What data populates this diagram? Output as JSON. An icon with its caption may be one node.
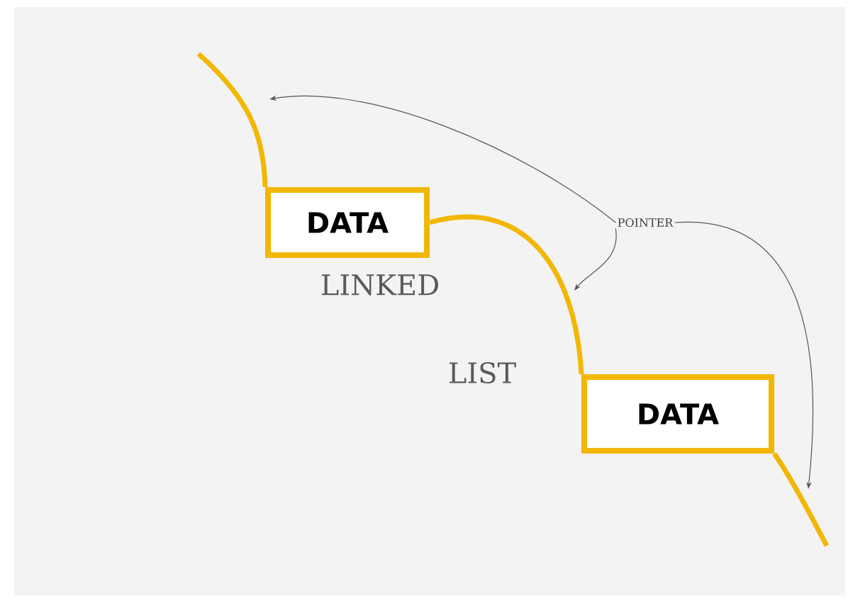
{
  "diagram": {
    "nodes": [
      {
        "text": [
          "DATA"
        ]
      },
      {
        "text": [
          "DATA"
        ]
      },
      {
        "text": [
          "POINTER"
        ]
      }
    ],
    "edges": [
      {
        "from": null,
        "to": 0,
        "arrow": "none",
        "style": "thick",
        "color": "#f2b705"
      },
      {
        "from": 0,
        "to": 1,
        "arrow": "none",
        "style": "thick",
        "color": "#f2b705"
      },
      {
        "from": 1,
        "to": null,
        "arrow": "none",
        "style": "thick",
        "color": "#f2b705"
      },
      {
        "from": 2,
        "to": null,
        "arrow": "to",
        "color": "#555555"
      },
      {
        "from": 2,
        "to": null,
        "arrow": "to",
        "color": "#555555"
      },
      {
        "from": 2,
        "to": null,
        "arrow": "to",
        "color": "#555555"
      }
    ],
    "labels": [
      "LINKED",
      "LIST"
    ]
  }
}
